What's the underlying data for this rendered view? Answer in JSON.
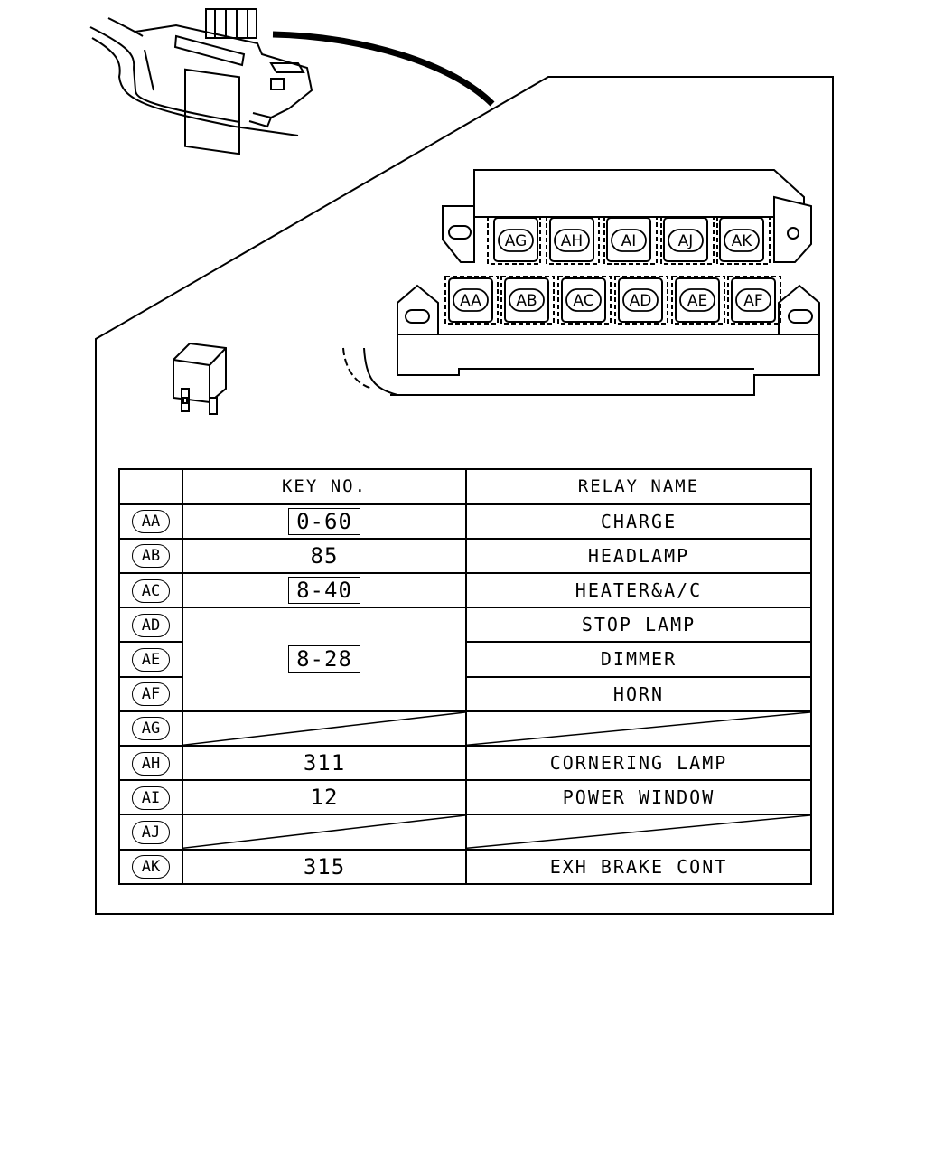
{
  "table": {
    "headers": {
      "code": "",
      "key_no": "KEY NO.",
      "relay_name": "RELAY NAME"
    },
    "rows": [
      {
        "code": "AA",
        "key_no": "0-60",
        "key_boxed": true,
        "relay_name": "CHARGE"
      },
      {
        "code": "AB",
        "key_no": "85",
        "key_boxed": false,
        "relay_name": "HEADLAMP"
      },
      {
        "code": "AC",
        "key_no": "8-40",
        "key_boxed": true,
        "relay_name": "HEATER&A/C"
      },
      {
        "code": "AD",
        "key_no": "8-28",
        "key_boxed": true,
        "relay_name": "STOP LAMP"
      },
      {
        "code": "AE",
        "relay_name": "DIMMER"
      },
      {
        "code": "AF",
        "relay_name": "HORN"
      },
      {
        "code": "AG",
        "key_no": "",
        "relay_name": ""
      },
      {
        "code": "AH",
        "key_no": "311",
        "key_boxed": false,
        "relay_name": "CORNERING LAMP"
      },
      {
        "code": "AI",
        "key_no": "12",
        "key_boxed": false,
        "relay_name": "POWER WINDOW"
      },
      {
        "code": "AJ",
        "key_no": "",
        "relay_name": ""
      },
      {
        "code": "AK",
        "key_no": "315",
        "key_boxed": false,
        "relay_name": "EXH BRAKE CONT"
      }
    ]
  },
  "relay_block": {
    "upper_slots": [
      "AG",
      "AH",
      "AI",
      "AJ",
      "AK"
    ],
    "lower_slots": [
      "AA",
      "AB",
      "AC",
      "AD",
      "AE",
      "AF"
    ]
  }
}
